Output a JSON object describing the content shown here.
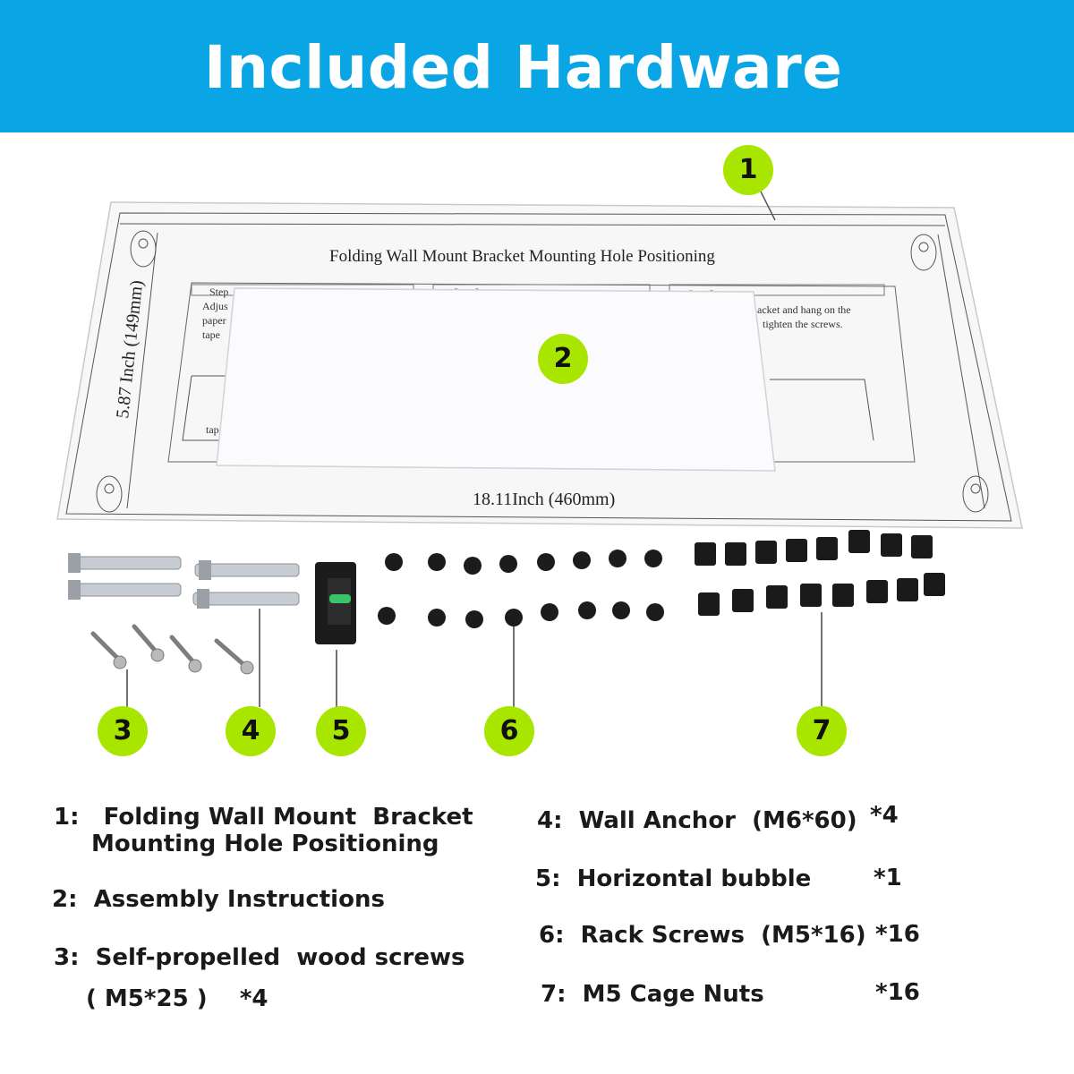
{
  "header": {
    "title": "Included Hardware",
    "background": "#0aa5e4"
  },
  "badge_color": "#a8e600",
  "template_sheet": {
    "title": "Folding Wall Mount Bracket Mounting Hole Positioning",
    "height_label": "5.87 Inch (149mm)",
    "width_label": "18.11Inch (460mm)",
    "step1_title": "Step",
    "step1_lines": [
      "Adjus",
      "paper",
      "tape"
    ],
    "step2_title": "Step 2:",
    "step3_title": "Step 3:",
    "step3_lines": [
      "acket and hang on the",
      "tighten the screws."
    ],
    "tape_label": "tap"
  },
  "badges": [
    "1",
    "2",
    "3",
    "4",
    "5",
    "6",
    "7"
  ],
  "legend": {
    "item1_line1": "1:   Folding Wall Mount  Bracket",
    "item1_line2": "Mounting Hole Positioning",
    "item2": "2:  Assembly Instructions",
    "item3_line1": "3:  Self-propelled  wood screws",
    "item3_line2": "( M5*25 )    *4",
    "item4": "4:  Wall Anchor  (M6*60)",
    "item4_qty": "*4",
    "item5": "5:  Horizontal bubble",
    "item5_qty": "*1",
    "item6": "6:  Rack Screws  (M5*16)",
    "item6_qty": "*16",
    "item7": "7:  M5 Cage Nuts",
    "item7_qty": "*16"
  }
}
